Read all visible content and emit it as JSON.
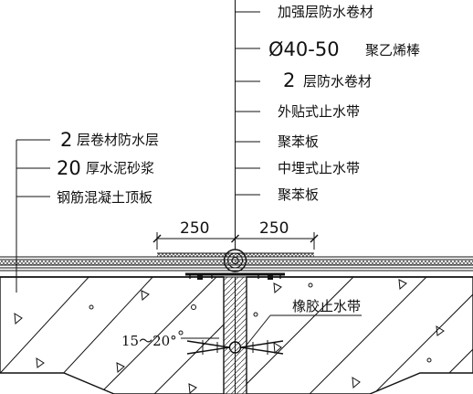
{
  "labels_right": [
    "加强层防水卷材",
    "Ø40-50",
    "聚乙烯棒",
    "2",
    "层防水卷材",
    "外贴式止水带",
    "聚苯板",
    "中埋式止水带",
    "聚苯板"
  ],
  "labels_left": [
    "2",
    "层卷材防水层",
    "20",
    "厚水泥砂浆",
    "钢筋混凝土顶板"
  ],
  "dimensions": {
    "left": "250",
    "right": "250"
  },
  "rubber_waterstop": "橡胶止水带",
  "angle_note": "15～20°"
}
